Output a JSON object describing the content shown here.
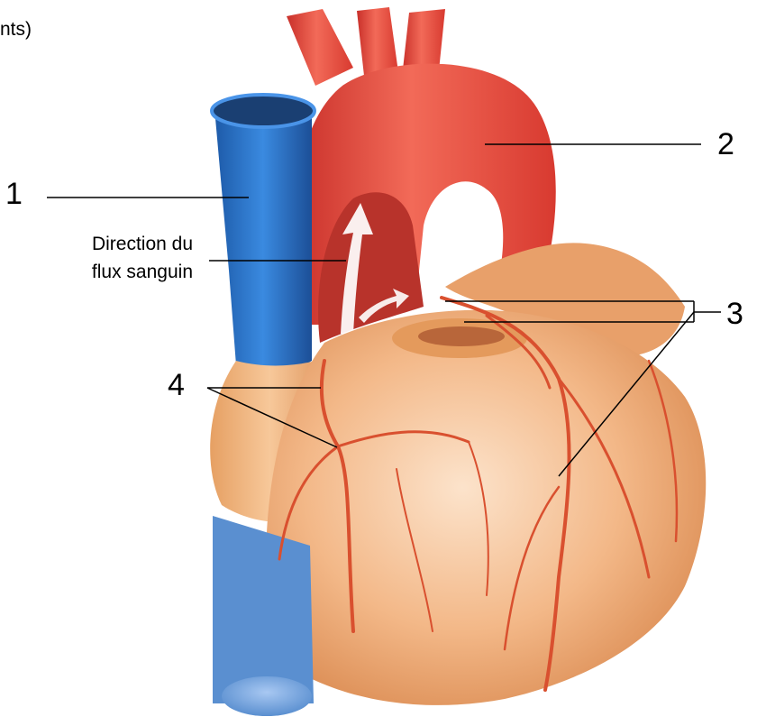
{
  "top_text": "nts)",
  "labels": {
    "one": "1",
    "two": "2",
    "three": "3",
    "four": "4",
    "direction_line1": "Direction du",
    "direction_line2": "flux sanguin"
  },
  "colors": {
    "background": "#ffffff",
    "heart_muscle": "#f3b888",
    "aorta": "#e3453a",
    "vena_cava": "#2d78c8",
    "inferior_vessel": "#5a8fd0",
    "coronary_artery": "#d9502f",
    "leader_line": "#000000"
  }
}
